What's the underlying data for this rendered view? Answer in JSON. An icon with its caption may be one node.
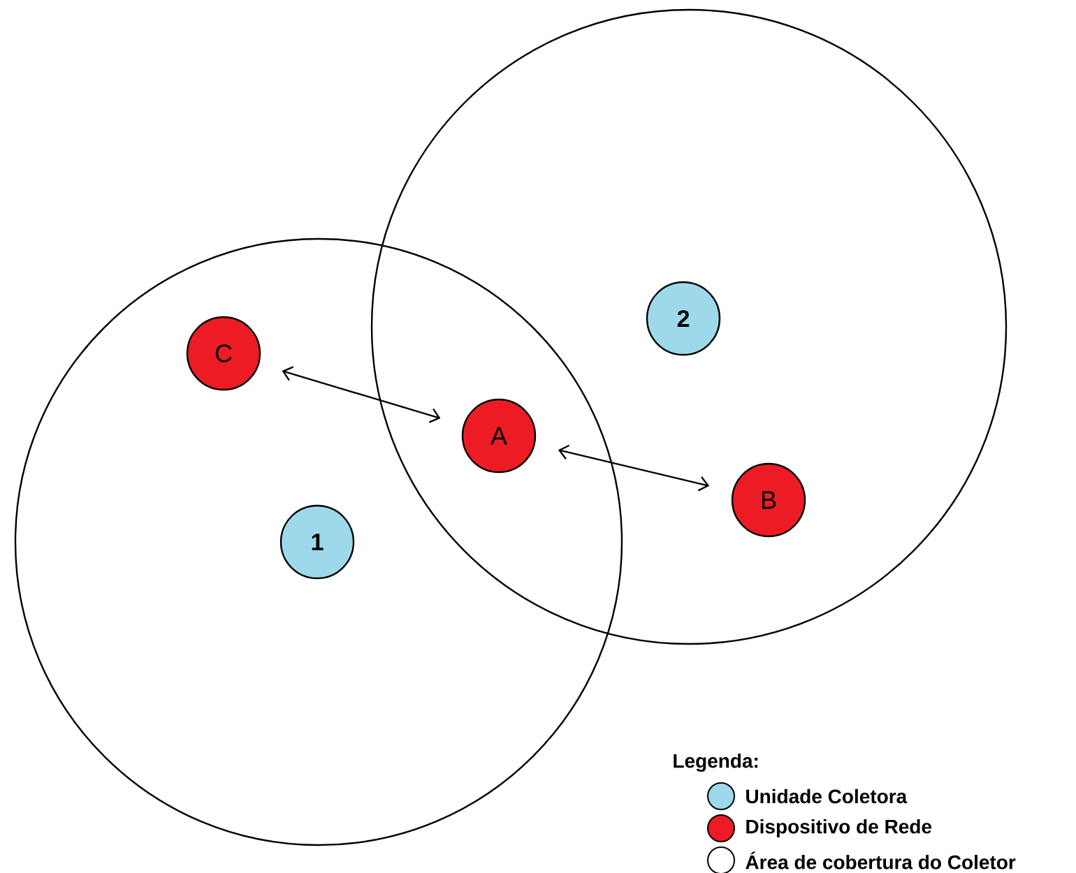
{
  "diagram": {
    "nodes": [
      {
        "text": [],
        "shape": "circle"
      },
      {
        "text": [],
        "shape": "circle"
      },
      {
        "text": [
          "C"
        ],
        "in": 0
      },
      {
        "text": [
          "2"
        ],
        "in": 1
      },
      {
        "text": [
          "A"
        ]
      },
      {
        "text": [
          "B"
        ],
        "in": 1
      },
      {
        "text": [
          "1"
        ],
        "in": 0
      }
    ],
    "edges": [
      {
        "from": 2,
        "to": 4,
        "arrow": "both"
      },
      {
        "from": 4,
        "to": 5,
        "arrow": "both"
      }
    ],
    "labels": [
      "Legenda:"
    ],
    "legend": [
      {
        "text": "Unidade Coletora",
        "color": "#9dd9ea"
      },
      {
        "text": "Dispositivo de Rede",
        "color": "#ed1c24"
      },
      {
        "text": "Área de cobertura do Coletor"
      }
    ]
  }
}
